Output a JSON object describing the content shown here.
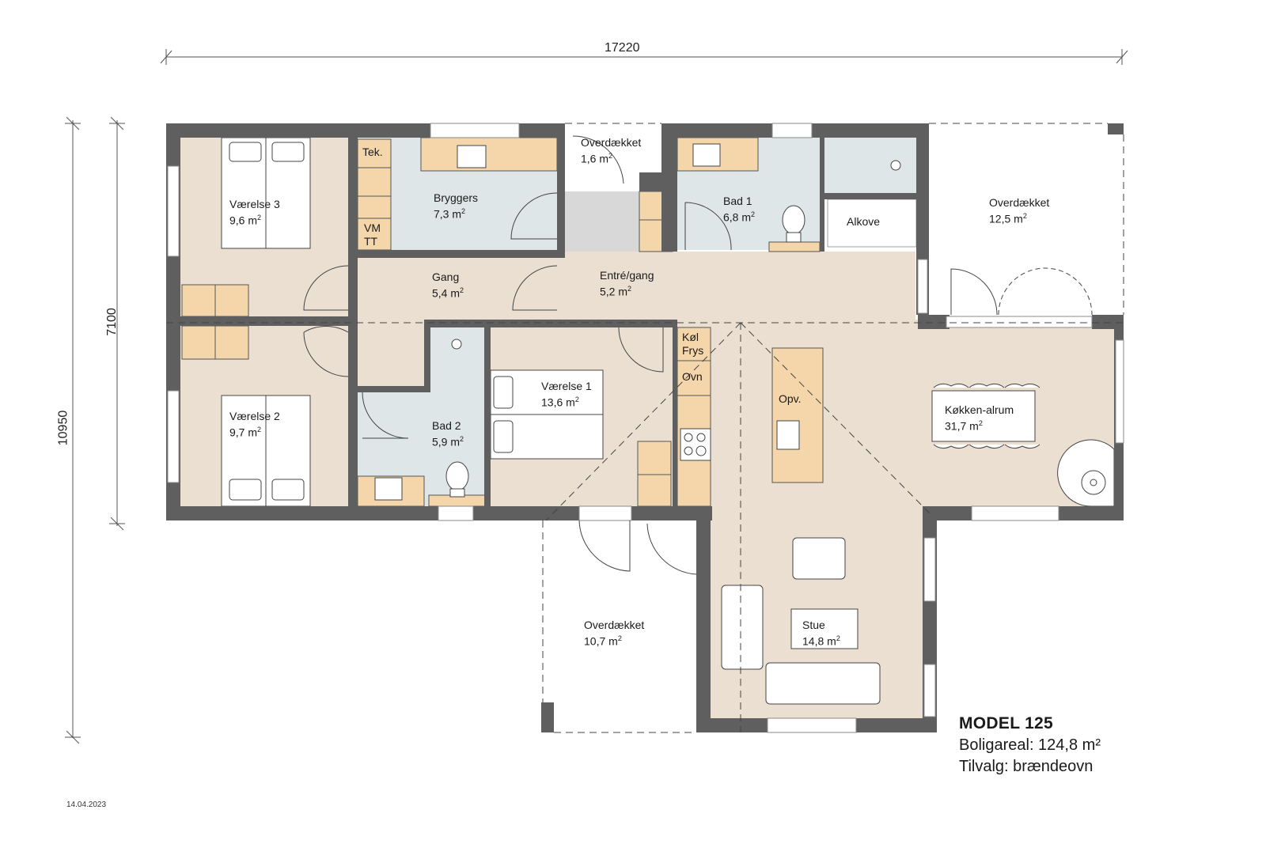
{
  "colors": {
    "wall": "#5f5f5f",
    "floor": "#ebdfd1",
    "wet_room": "#dfe6e8",
    "cabinet": "#f5d6ab",
    "entry_tile": "#d8d8d8",
    "furniture": "#ffffff",
    "line": "#333333"
  },
  "dimensions": {
    "total_width": "17220",
    "total_depth": "10950",
    "main_depth": "7100"
  },
  "rooms": [
    {
      "name": "Værelse 3",
      "area": "9,6 m",
      "sup": "2"
    },
    {
      "name": "Bryggers",
      "area": "7,3 m",
      "sup": "2"
    },
    {
      "name": "Overdækket",
      "area": "1,6 m",
      "sup": "2"
    },
    {
      "name": "Bad 1",
      "area": "6,8 m",
      "sup": "2"
    },
    {
      "name": "Alkove",
      "area": "",
      "sup": ""
    },
    {
      "name": "Overdækket",
      "area": "12,5 m",
      "sup": "2"
    },
    {
      "name": "Gang",
      "area": "5,4 m",
      "sup": "2"
    },
    {
      "name": "Entré/gang",
      "area": "5,2 m",
      "sup": "2"
    },
    {
      "name": "Værelse 2",
      "area": "9,7 m",
      "sup": "2"
    },
    {
      "name": "Bad 2",
      "area": "5,9 m",
      "sup": "2"
    },
    {
      "name": "Værelse 1",
      "area": "13,6 m",
      "sup": "2"
    },
    {
      "name": "Køkken-alrum",
      "area": "31,7 m",
      "sup": "2"
    },
    {
      "name": "Overdækket",
      "area": "10,7 m",
      "sup": "2"
    },
    {
      "name": "Stue",
      "area": "14,8 m",
      "sup": "2"
    }
  ],
  "fixtures": {
    "tek": "Tek.",
    "vm": "VM",
    "tt": "TT",
    "kol": "Køl",
    "frys": "Frys",
    "ovn": "Ovn",
    "opv": "Opv."
  },
  "info": {
    "model": "MODEL 125",
    "boligareal": "Boligareal: 124,8 m²",
    "tilvalg": "Tilvalg: brændeovn"
  },
  "date": "14.04.2023"
}
